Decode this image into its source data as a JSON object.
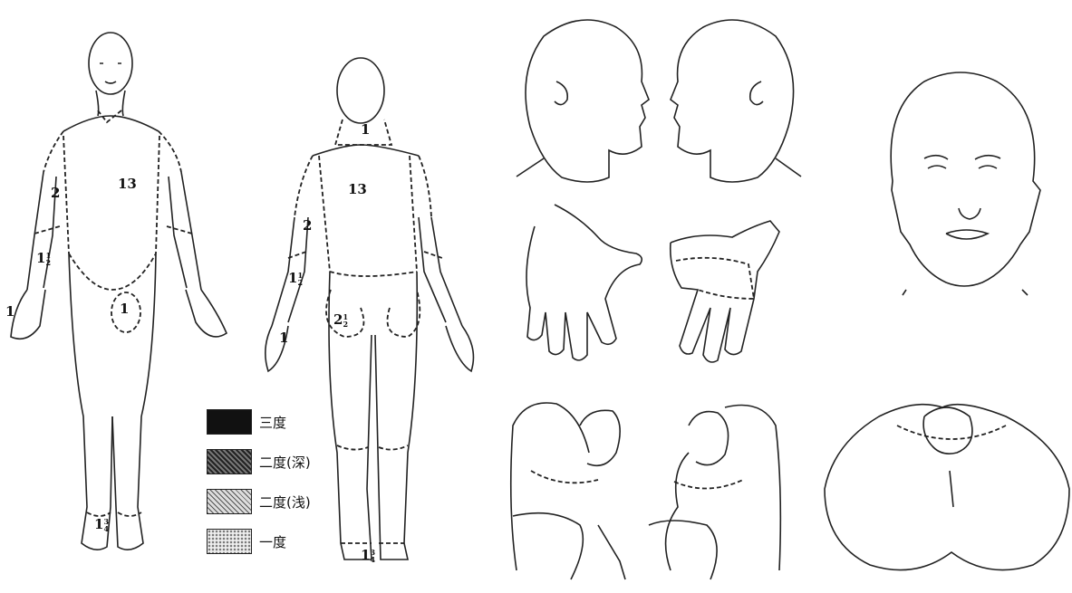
{
  "front_body": {
    "labels": [
      {
        "id": "neck",
        "text": ""
      },
      {
        "id": "trunk",
        "text": "13"
      },
      {
        "id": "upper-arm",
        "text": "2"
      },
      {
        "id": "forearm",
        "whole": "1",
        "num": "1",
        "den": "2"
      },
      {
        "id": "hand",
        "text": "1"
      },
      {
        "id": "genital",
        "text": "1"
      },
      {
        "id": "foot",
        "whole": "1",
        "num": "3",
        "den": "4"
      }
    ]
  },
  "back_body": {
    "labels": [
      {
        "id": "neck",
        "text": "1"
      },
      {
        "id": "trunk",
        "text": "13"
      },
      {
        "id": "upper-arm",
        "text": "2"
      },
      {
        "id": "forearm",
        "whole": "1",
        "num": "1",
        "den": "2"
      },
      {
        "id": "hand",
        "text": "1"
      },
      {
        "id": "buttock",
        "whole": "2",
        "num": "1",
        "den": "2"
      },
      {
        "id": "foot",
        "whole": "1",
        "num": "3",
        "den": "4"
      }
    ]
  },
  "legend": [
    {
      "label": "三度",
      "swatch": "solid-black"
    },
    {
      "label": "二度(深)",
      "swatch": "dense-hatch"
    },
    {
      "label": "二度(浅)",
      "swatch": "light-hatch"
    },
    {
      "label": "一度",
      "swatch": "dotted"
    }
  ],
  "colors": {
    "ink": "#222222",
    "background": "#ffffff"
  }
}
